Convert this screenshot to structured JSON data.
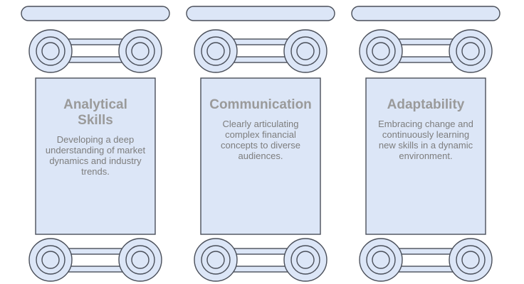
{
  "pillars": [
    {
      "title": "Analytical Skills",
      "description": "Developing a deep understanding of market dynamics and industry trends."
    },
    {
      "title": "Communication",
      "description": "Clearly articulating complex financial concepts to diverse audiences."
    },
    {
      "title": "Adaptability",
      "description": "Embracing change and continuously learning new skills in a dynamic environment."
    }
  ]
}
